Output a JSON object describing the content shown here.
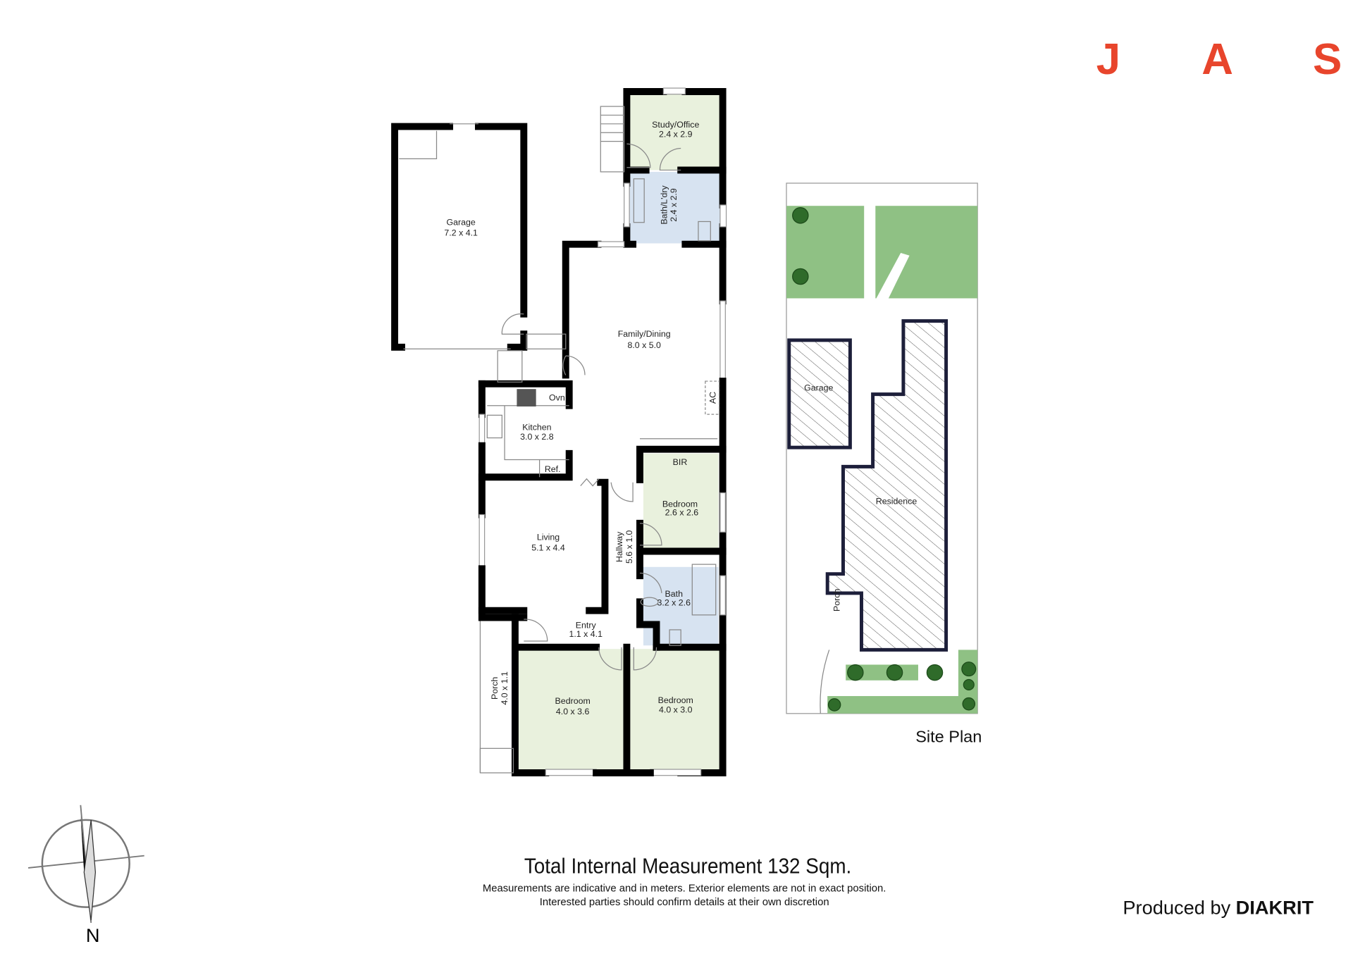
{
  "logo": {
    "letters": [
      "J",
      "A",
      "S"
    ],
    "color": "#e8452c"
  },
  "floor_plan": {
    "rooms": {
      "garage": {
        "name": "Garage",
        "size": "7.2 x 4.1"
      },
      "study": {
        "name": "Study/Office",
        "size": "2.4 x 2.9"
      },
      "bath_laundry": {
        "name": "Bath/L'dry",
        "size": "2.4 x 2.9"
      },
      "family_dining": {
        "name": "Family/Dining",
        "size": "8.0 x 5.0"
      },
      "kitchen": {
        "name": "Kitchen",
        "size": "3.0 x 2.8"
      },
      "living": {
        "name": "Living",
        "size": "5.1 x 4.4"
      },
      "hallway": {
        "name": "Hallway",
        "size": "5.6 x 1.0"
      },
      "bir": {
        "name": "BIR"
      },
      "bedroom_small": {
        "name": "Bedroom",
        "size": "2.6 x 2.6"
      },
      "bath": {
        "name": "Bath",
        "size": "3.2 x 2.6"
      },
      "entry": {
        "name": "Entry",
        "size": "1.1 x 4.1"
      },
      "porch": {
        "name": "Porch",
        "size": "4.0 x 1.1"
      },
      "bedroom_main": {
        "name": "Bedroom",
        "size": "4.0 x 3.6"
      },
      "bedroom_front": {
        "name": "Bedroom",
        "size": "4.0 x 3.0"
      }
    },
    "fixtures": {
      "oven": "Ovn",
      "fridge": "Ref.",
      "ac": "AC"
    },
    "colors": {
      "green_room": "#e9f1dd",
      "blue_room": "#d7e3f1"
    }
  },
  "site_plan": {
    "title": "Site Plan",
    "garage": "Garage",
    "residence": "Residence",
    "porch": "Porch",
    "lawn_color": "#8fc184"
  },
  "compass": {
    "north_label": "N"
  },
  "footer": {
    "total": "Total Internal Measurement 132 Sqm.",
    "disclaimer_1": "Measurements are indicative and in meters. Exterior elements are not in exact position.",
    "disclaimer_2": "Interested parties should confirm details at their own discretion",
    "produced_by": "Produced by",
    "producer": "DIAKRIT"
  }
}
